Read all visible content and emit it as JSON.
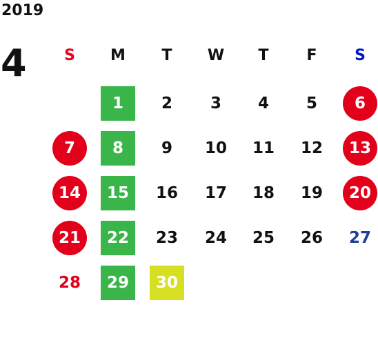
{
  "calendar": {
    "year": "2019",
    "month": "4",
    "weekday_headers": [
      "S",
      "M",
      "T",
      "W",
      "T",
      "F",
      "S"
    ],
    "colors": {
      "sunday_header": "#e8001c",
      "saturday_header": "#0019c8",
      "holiday_circle": "#e2001a",
      "green_box": "#3ab54a",
      "yellow_box": "#d7df23",
      "red_text": "#e2001a",
      "blue_text": "#1f3f99",
      "text": "#111111"
    },
    "weeks": [
      [
        {
          "day": ""
        },
        {
          "day": "1",
          "style": "green"
        },
        {
          "day": "2"
        },
        {
          "day": "3"
        },
        {
          "day": "4"
        },
        {
          "day": "5"
        },
        {
          "day": "6",
          "style": "circle"
        }
      ],
      [
        {
          "day": "7",
          "style": "circle"
        },
        {
          "day": "8",
          "style": "green"
        },
        {
          "day": "9"
        },
        {
          "day": "10"
        },
        {
          "day": "11"
        },
        {
          "day": "12"
        },
        {
          "day": "13",
          "style": "circle"
        }
      ],
      [
        {
          "day": "14",
          "style": "circle"
        },
        {
          "day": "15",
          "style": "green"
        },
        {
          "day": "16"
        },
        {
          "day": "17"
        },
        {
          "day": "18"
        },
        {
          "day": "19"
        },
        {
          "day": "20",
          "style": "circle"
        }
      ],
      [
        {
          "day": "21",
          "style": "circle"
        },
        {
          "day": "22",
          "style": "green"
        },
        {
          "day": "23"
        },
        {
          "day": "24"
        },
        {
          "day": "25"
        },
        {
          "day": "26"
        },
        {
          "day": "27",
          "style": "blue"
        }
      ],
      [
        {
          "day": "28",
          "style": "red"
        },
        {
          "day": "29",
          "style": "green"
        },
        {
          "day": "30",
          "style": "yellow"
        },
        {
          "day": ""
        },
        {
          "day": ""
        },
        {
          "day": ""
        },
        {
          "day": ""
        }
      ]
    ]
  }
}
